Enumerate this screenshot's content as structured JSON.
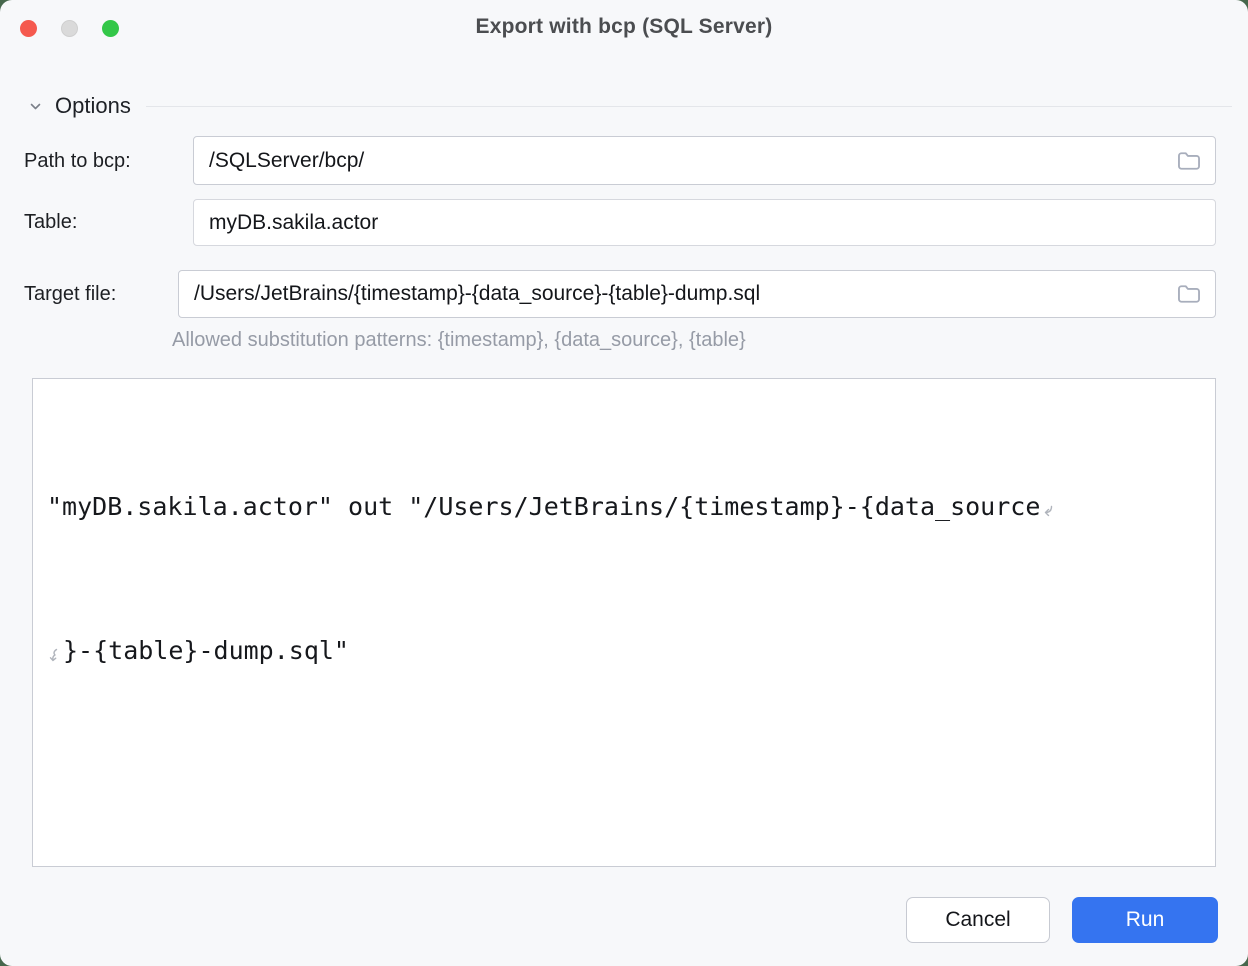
{
  "window": {
    "title": "Export with bcp (SQL Server)"
  },
  "options_section": {
    "label": "Options"
  },
  "form": {
    "path_to_bcp": {
      "label": "Path to bcp:",
      "value": "/SQLServer/bcp/"
    },
    "table": {
      "label": "Table:",
      "value": "myDB.sakila.actor"
    },
    "target_file": {
      "label": "Target file:",
      "value": "/Users/JetBrains/{timestamp}-{data_source}-{table}-dump.sql",
      "hint": "Allowed substitution patterns: {timestamp}, {data_source}, {table}"
    }
  },
  "command_preview": {
    "line1": "\"myDB.sakila.actor\" out \"/Users/JetBrains/{timestamp}-{data_source",
    "line2": "}-{table}-dump.sql\""
  },
  "buttons": {
    "cancel_label": "Cancel",
    "run_label": "Run"
  },
  "colors": {
    "run_button_blue": "#3574F0",
    "traffic_light_red": "#F5594E",
    "traffic_light_gray": "#DADADA",
    "traffic_light_green": "#33C748",
    "window_background": "#F7F8FA",
    "hint_text_gray": "#969BA6",
    "input_border": "#C9CCD4",
    "desktop_backdrop_green": "#46674C"
  }
}
